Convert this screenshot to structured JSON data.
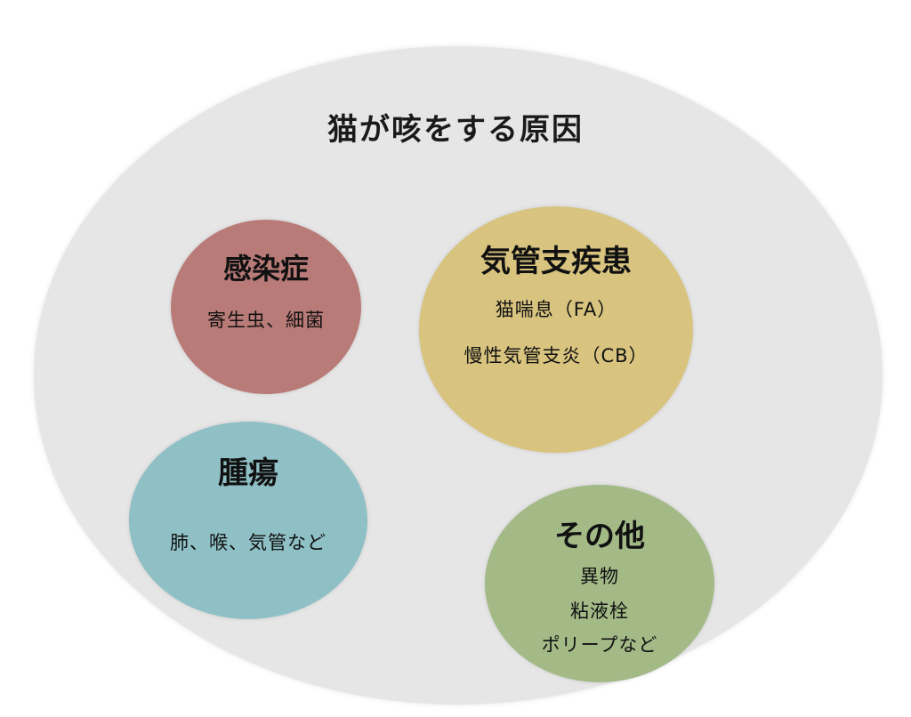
{
  "title": "猫が咳をする原因",
  "colors": {
    "outer": "#e6e6e6",
    "infection": "#b97b78",
    "bronchial": "#d8c37f",
    "tumor": "#8fc0c5",
    "other": "#a3ba87"
  },
  "groups": [
    {
      "key": "infection",
      "heading": "感染症",
      "lines": [
        "寄生虫、細菌"
      ]
    },
    {
      "key": "bronchial",
      "heading": "気管支疾患",
      "lines": [
        "猫喘息（FA）",
        "慢性気管支炎（CB）"
      ]
    },
    {
      "key": "tumor",
      "heading": "腫瘍",
      "lines": [
        "肺、喉、気管など"
      ]
    },
    {
      "key": "other",
      "heading": "その他",
      "lines": [
        "異物",
        "粘液栓",
        "ポリープなど"
      ]
    }
  ]
}
